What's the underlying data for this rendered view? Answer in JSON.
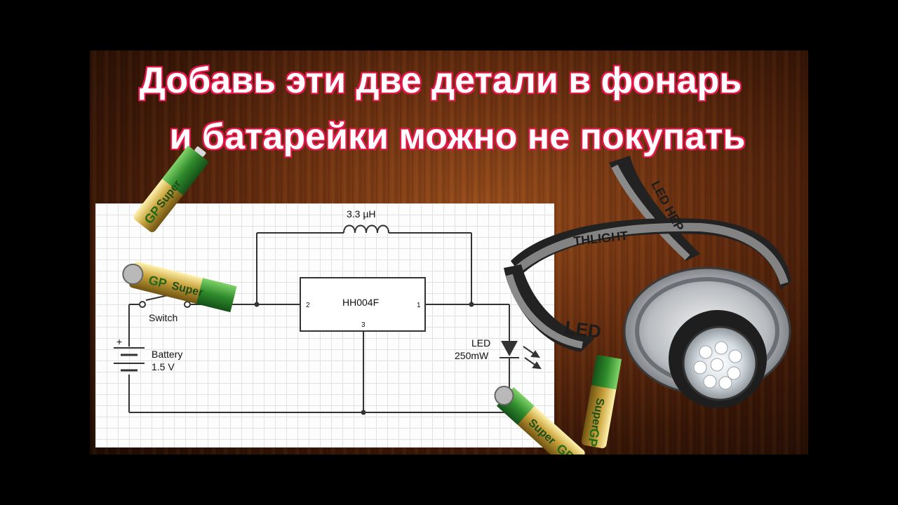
{
  "headline": {
    "line1": "Добавь эти две детали в фонарь",
    "line2": "и батарейки можно не покупать"
  },
  "circuit": {
    "inductor_label": "3.3 µH",
    "chip_label": "HH004F",
    "chip_pin_in": "2",
    "chip_pin_out": "1",
    "chip_pin_gnd": "3",
    "switch_label": "Switch",
    "battery_label": "Battery",
    "battery_voltage": "1.5 V",
    "battery_plus": "+",
    "led_label": "LED",
    "led_power": "250mW"
  },
  "battery_print": {
    "brand": "GP",
    "model": "Super"
  },
  "headlamp_strap": {
    "text1": "LED",
    "text2": "THLIGHT",
    "text3": "LED HEP"
  },
  "colors": {
    "title_outline": "#e6194b",
    "battery_green": "#2f8a2a",
    "battery_gold": "#c9a23a"
  }
}
